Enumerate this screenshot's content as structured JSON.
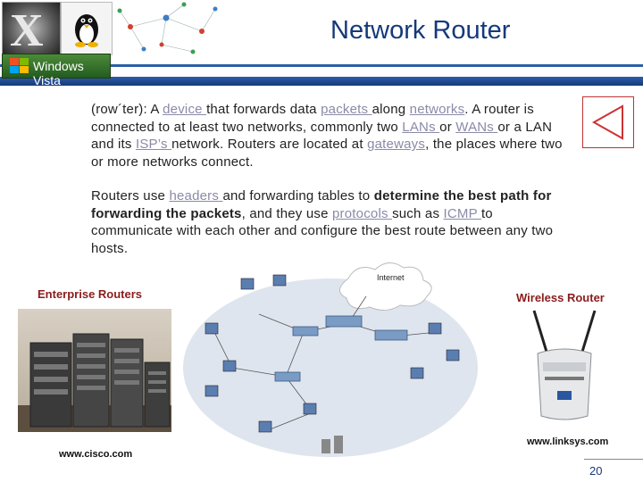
{
  "header": {
    "title": "Network Router",
    "thumb_x_letter": "X",
    "vista_label": "Windows Vista"
  },
  "paragraph1": {
    "t1": "(row´ter): A ",
    "l1": "device ",
    "t2": "that forwards data ",
    "l2": "packets ",
    "t3": "along ",
    "l3": "networks",
    "t4": ". A router is connected to at least two networks, commonly two ",
    "l4": "LANs ",
    "t5": "or ",
    "l5": "WANs ",
    "t6": "or a LAN and its ",
    "l6": "ISP’s ",
    "t7": "network. Routers are located at ",
    "l7": "gateways",
    "t8": ", the places where two or more networks connect."
  },
  "paragraph2": {
    "t1": "Routers use ",
    "l1": "headers ",
    "t2": "and forwarding tables to ",
    "b1": "determine the best path for forwarding the packets",
    "t3": ", and they use ",
    "l2": "protocols ",
    "t4": "such as ",
    "l3": "ICMP ",
    "t5": "to communicate with each other and configure the best route between any two hosts."
  },
  "figures": {
    "enterprise_label": "Enterprise Routers",
    "cisco_url": "www.cisco.com",
    "internet_label": "Internet",
    "wireless_label": "Wireless Router",
    "linksys_url": "www.linksys.com"
  },
  "page_number": "20",
  "colors": {
    "title": "#16397a",
    "link": "#8a8aa8",
    "caption": "#8b1c1c",
    "header_bar": "#2d5ea8"
  }
}
